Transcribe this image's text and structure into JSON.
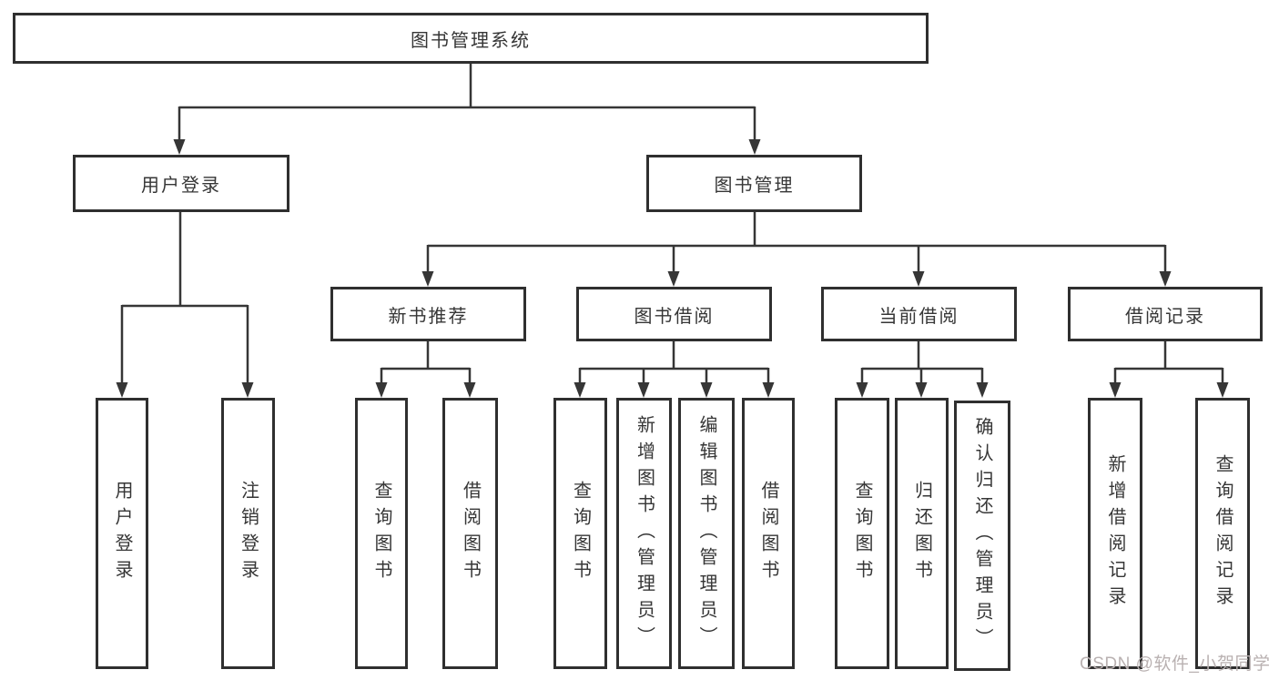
{
  "colors": {
    "background": "#ffffff",
    "box_border": "#2f2f2f",
    "line": "#363636",
    "text": "#363636",
    "watermark": "#b9b1b1"
  },
  "watermark": {
    "text": "CSDN @软件_小贺同学"
  },
  "tree": {
    "root": {
      "label": "图书管理系统",
      "children": [
        {
          "label": "用户登录",
          "children": [
            {
              "label": "用户登录"
            },
            {
              "label": "注销登录"
            }
          ]
        },
        {
          "label": "图书管理",
          "children": [
            {
              "label": "新书推荐",
              "children": [
                {
                  "label": "查询图书"
                },
                {
                  "label": "借阅图书"
                }
              ]
            },
            {
              "label": "图书借阅",
              "children": [
                {
                  "label": "查询图书"
                },
                {
                  "label": "新增图书（管理员）"
                },
                {
                  "label": "编辑图书（管理员）"
                },
                {
                  "label": "借阅图书"
                }
              ]
            },
            {
              "label": "当前借阅",
              "children": [
                {
                  "label": "查询图书"
                },
                {
                  "label": "归还图书"
                },
                {
                  "label": "确认归还（管理员）"
                }
              ]
            },
            {
              "label": "借阅记录",
              "children": [
                {
                  "label": "新增借阅记录"
                },
                {
                  "label": "查询借阅记录"
                }
              ]
            }
          ]
        }
      ]
    }
  }
}
